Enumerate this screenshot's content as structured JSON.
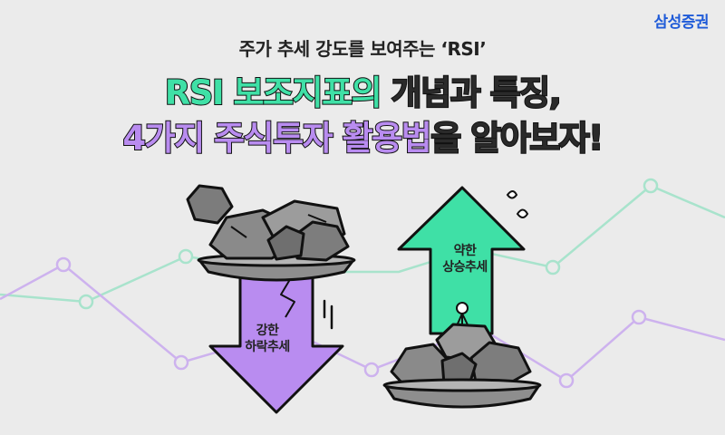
{
  "brand": {
    "logo_text": "삼성증권",
    "color": "#1f5bd8"
  },
  "header": {
    "subtitle": "주가 추세 강도를 보여주는 ‘RSI’",
    "line1": [
      {
        "text": "RSI 보조지표의",
        "style": "green"
      },
      {
        "text": " 개념과 특징,",
        "style": "plain"
      }
    ],
    "line2": [
      {
        "text": "4가지 주식투자",
        "style": "purple"
      },
      {
        "text": " ",
        "style": "plain"
      },
      {
        "text": "활용법",
        "style": "purple"
      },
      {
        "text": "을 알아보자!",
        "style": "plain"
      }
    ]
  },
  "illustration": {
    "down_arrow": {
      "label_line1": "강한",
      "label_line2": "하락추세",
      "color": "#b98cf0"
    },
    "up_arrow": {
      "label_line1": "약한",
      "label_line2": "상승추세",
      "color": "#3fe0a6"
    }
  },
  "colors": {
    "background": "#ebebeb",
    "green": "#3fe0a6",
    "purple": "#b98cf0",
    "line_green": "#a8e3cc",
    "line_purple": "#cdb2ee"
  }
}
